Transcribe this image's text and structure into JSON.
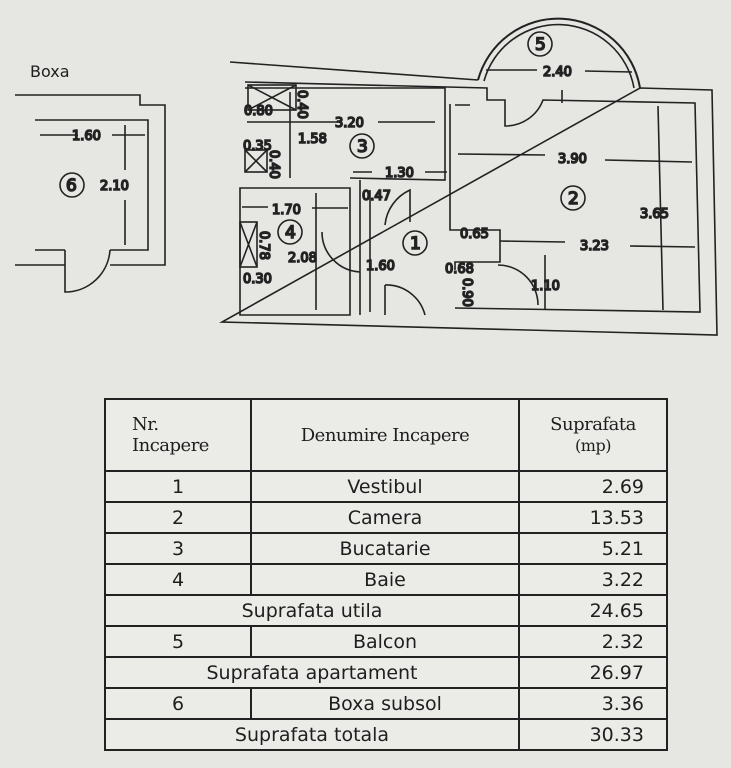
{
  "plan": {
    "storage_title": "Boxa",
    "storage": {
      "room_number": "6",
      "width": "1.60",
      "depth": "2.10"
    },
    "rooms": [
      {
        "number": "1"
      },
      {
        "number": "2"
      },
      {
        "number": "3"
      },
      {
        "number": "4"
      },
      {
        "number": "5"
      }
    ],
    "dimensions": {
      "kitchen_width": "3.20",
      "kitchen_depth": "1.58",
      "kitchen_vent_h": "0.40",
      "kitchen_vent_w": "0.80",
      "kitchen_duct_w": "0.35",
      "kitchen_duct_h": "0.40",
      "hall_upper_width": "1.30",
      "hall_door": "0.47",
      "bath_width": "1.70",
      "bath_depth": "2.08",
      "bath_duct_h": "0.78",
      "bath_duct_w": "0.30",
      "hall_length": "1.60",
      "entry_w": "0.68",
      "entry_h": "0.90",
      "room_niche": "0.65",
      "room_width_lower": "3.23",
      "room_width": "3.90",
      "room_depth": "3.65",
      "niche_depth": "1.10",
      "balcony_width": "2.40"
    }
  },
  "table": {
    "headers": {
      "nr_line1": "Nr.",
      "nr_line2": "Incapere",
      "name": "Denumire Incapere",
      "area_line1": "Suprafata",
      "area_line2": "(mp)"
    },
    "rows": [
      {
        "nr": "1",
        "name": "Vestibul",
        "area": "2.69"
      },
      {
        "nr": "2",
        "name": "Camera",
        "area": "13.53"
      },
      {
        "nr": "3",
        "name": "Bucatarie",
        "area": "5.21"
      },
      {
        "nr": "4",
        "name": "Baie",
        "area": "3.22"
      },
      {
        "label": "Suprafata utila",
        "area": "24.65"
      },
      {
        "nr": "5",
        "name": "Balcon",
        "area": "2.32"
      },
      {
        "label": "Suprafata apartament",
        "area": "26.97"
      },
      {
        "nr": "6",
        "name": "Boxa subsol",
        "area": "3.36"
      },
      {
        "label": "Suprafata totala",
        "area": "30.33"
      }
    ]
  }
}
